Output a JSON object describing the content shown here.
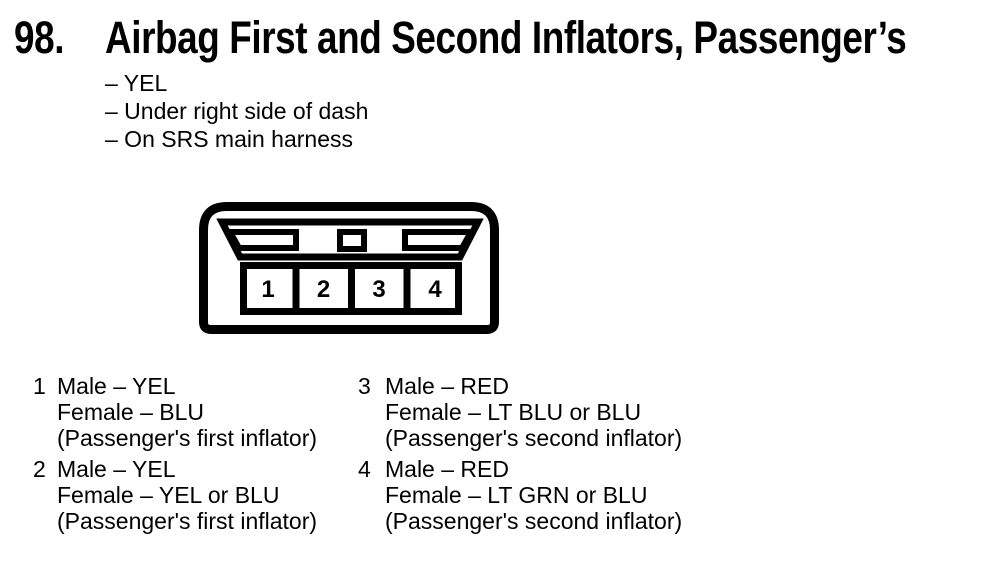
{
  "page": {
    "background": "#ffffff",
    "ink_color": "#000000"
  },
  "header": {
    "number": "98.",
    "title": "Airbag First and Second Inflators, Passenger’s",
    "bullets": [
      "– YEL",
      "– Under right side of dash",
      "– On SRS main harness"
    ]
  },
  "connector": {
    "pins": [
      "1",
      "2",
      "3",
      "4"
    ]
  },
  "legend": {
    "items": [
      {
        "pin": "1",
        "male": "Male – YEL",
        "female": "Female – BLU",
        "note": "(Passenger's first inflator)"
      },
      {
        "pin": "2",
        "male": "Male – YEL",
        "female": "Female – YEL or BLU",
        "note": "(Passenger's first inflator)"
      },
      {
        "pin": "3",
        "male": "Male – RED",
        "female": "Female – LT BLU or BLU",
        "note": "(Passenger's second inflator)"
      },
      {
        "pin": "4",
        "male": "Male – RED",
        "female": "Female – LT GRN or BLU",
        "note": "(Passenger's second inflator)"
      }
    ]
  }
}
